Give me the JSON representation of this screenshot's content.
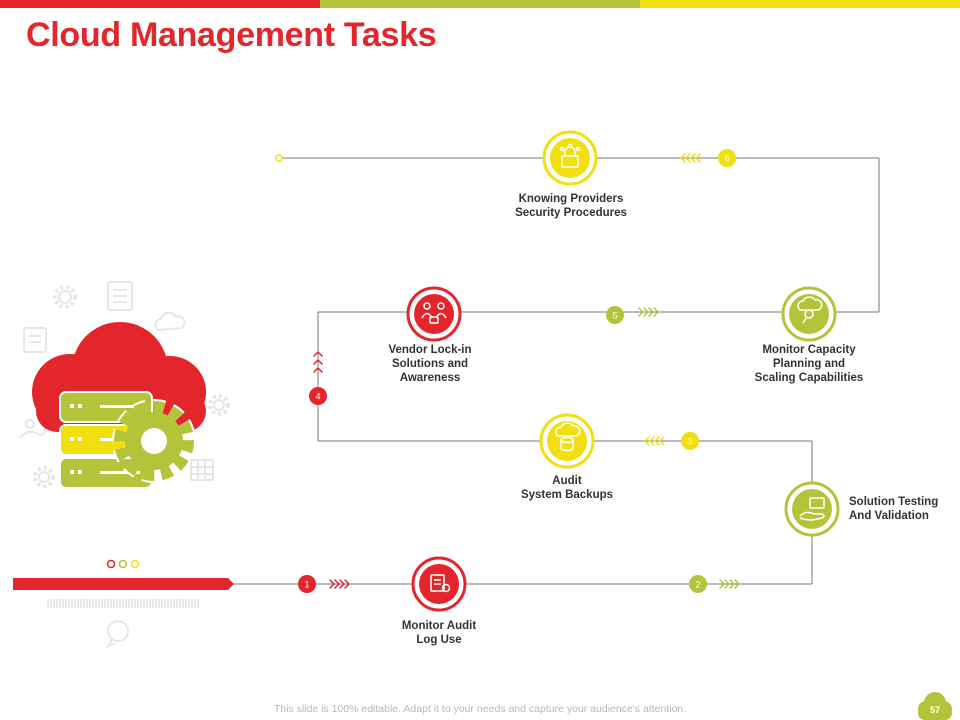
{
  "title": "Cloud Management Tasks",
  "colors": {
    "red": "#e3262b",
    "green": "#b4c43a",
    "yellow": "#f2df10",
    "line": "#777777"
  },
  "tasks": [
    {
      "step": "1",
      "label": "Monitor Audit\nLog Use",
      "icon": "server-log-icon"
    },
    {
      "step": "2",
      "label": "Solution Testing\nAnd Validation",
      "icon": "hand-code-icon"
    },
    {
      "step": "3",
      "label": "Audit\nSystem Backups",
      "icon": "cloud-database-icon"
    },
    {
      "step": "4",
      "label": "Vendor Lock-in\nSolutions and\nAwareness",
      "icon": "team-lock-icon"
    },
    {
      "step": "5",
      "label": "Monitor Capacity\nPlanning and\nScaling Capabilities",
      "icon": "cloud-search-icon"
    },
    {
      "step": "6",
      "label": "Knowing Providers\nSecurity Procedures",
      "icon": "security-lock-icon"
    }
  ],
  "footer": "This slide is 100% editable. Adapt it to your needs and capture your audience's attention.",
  "page_number": "57"
}
